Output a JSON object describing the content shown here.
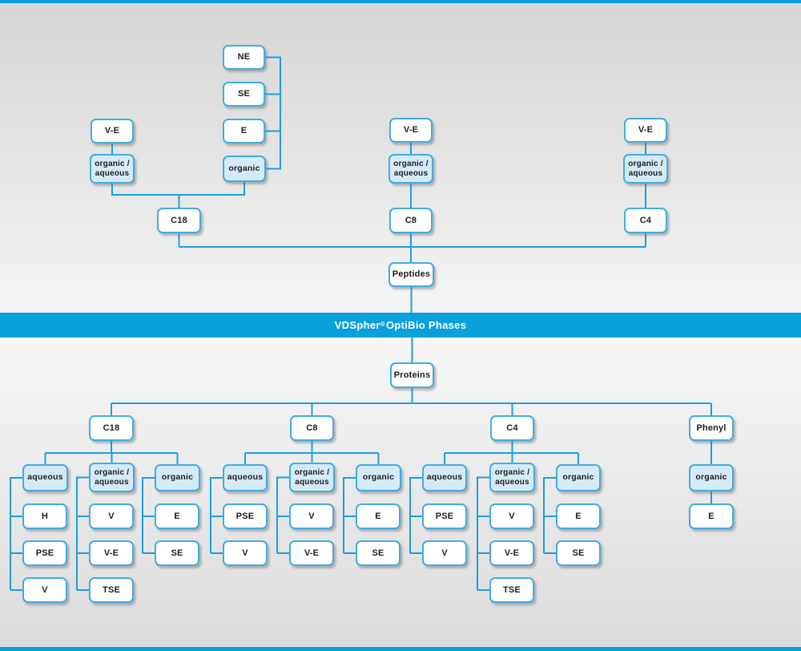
{
  "banner": {
    "brand": "VDSpher",
    "reg": "®",
    "rest": " OptiBio Phases"
  },
  "colors": {
    "accent": "#0aa0dc",
    "connector": "#1c9fdb",
    "box_border": "#41ace0",
    "highlight_fill": "#d5eaf8",
    "text": "#1d1d1b"
  },
  "nodes": {
    "ne": {
      "label": "NE",
      "variant": "plain"
    },
    "se": {
      "label": "SE",
      "variant": "plain"
    },
    "e_top": {
      "label": "E",
      "variant": "plain"
    },
    "organic_top": {
      "label": "organic",
      "variant": "highlight"
    },
    "ve_left": {
      "label": "V-E",
      "variant": "plain"
    },
    "orgaq_left": {
      "label": "organic /\naqueous",
      "variant": "highlight"
    },
    "c18_top": {
      "label": "C18",
      "variant": "plain"
    },
    "ve_mid": {
      "label": "V-E",
      "variant": "plain"
    },
    "orgaq_mid": {
      "label": "organic /\naqueous",
      "variant": "highlight"
    },
    "c8_top": {
      "label": "C8",
      "variant": "plain"
    },
    "ve_right": {
      "label": "V-E",
      "variant": "plain"
    },
    "orgaq_right": {
      "label": "organic /\naqueous",
      "variant": "highlight"
    },
    "c4_top": {
      "label": "C4",
      "variant": "plain"
    },
    "peptides": {
      "label": "Peptides",
      "variant": "plain"
    },
    "proteins": {
      "label": "Proteins",
      "variant": "plain"
    },
    "c18_b": {
      "label": "C18",
      "variant": "plain"
    },
    "c8_b": {
      "label": "C8",
      "variant": "plain"
    },
    "c4_b": {
      "label": "C4",
      "variant": "plain"
    },
    "phenyl": {
      "label": "Phenyl",
      "variant": "plain"
    },
    "c18_aq": {
      "label": "aqueous",
      "variant": "highlight"
    },
    "c18_oa": {
      "label": "organic /\naqueous",
      "variant": "highlight"
    },
    "c18_or": {
      "label": "organic",
      "variant": "highlight"
    },
    "c8_aq": {
      "label": "aqueous",
      "variant": "highlight"
    },
    "c8_oa": {
      "label": "organic /\naqueous",
      "variant": "highlight"
    },
    "c8_or": {
      "label": "organic",
      "variant": "highlight"
    },
    "c4_aq": {
      "label": "aqueous",
      "variant": "highlight"
    },
    "c4_oa": {
      "label": "organic /\naqueous",
      "variant": "highlight"
    },
    "c4_or": {
      "label": "organic",
      "variant": "highlight"
    },
    "ph_or": {
      "label": "organic",
      "variant": "highlight"
    },
    "c18_aq_h": {
      "label": "H",
      "variant": "plain"
    },
    "c18_aq_pse": {
      "label": "PSE",
      "variant": "plain"
    },
    "c18_aq_v": {
      "label": "V",
      "variant": "plain"
    },
    "c18_oa_v": {
      "label": "V",
      "variant": "plain"
    },
    "c18_oa_ve": {
      "label": "V-E",
      "variant": "plain"
    },
    "c18_oa_tse": {
      "label": "TSE",
      "variant": "plain"
    },
    "c18_or_e": {
      "label": "E",
      "variant": "plain"
    },
    "c18_or_se": {
      "label": "SE",
      "variant": "plain"
    },
    "c8_aq_pse": {
      "label": "PSE",
      "variant": "plain"
    },
    "c8_aq_v": {
      "label": "V",
      "variant": "plain"
    },
    "c8_oa_v": {
      "label": "V",
      "variant": "plain"
    },
    "c8_oa_ve": {
      "label": "V-E",
      "variant": "plain"
    },
    "c8_or_e": {
      "label": "E",
      "variant": "plain"
    },
    "c8_or_se": {
      "label": "SE",
      "variant": "plain"
    },
    "c4_aq_pse": {
      "label": "PSE",
      "variant": "plain"
    },
    "c4_aq_v": {
      "label": "V",
      "variant": "plain"
    },
    "c4_oa_v": {
      "label": "V",
      "variant": "plain"
    },
    "c4_oa_ve": {
      "label": "V-E",
      "variant": "plain"
    },
    "c4_oa_tse": {
      "label": "TSE",
      "variant": "plain"
    },
    "c4_or_e": {
      "label": "E",
      "variant": "plain"
    },
    "c4_or_se": {
      "label": "SE",
      "variant": "plain"
    },
    "ph_or_e": {
      "label": "E",
      "variant": "plain"
    }
  },
  "connections": [
    "ne - organic_top",
    "se - organic_top",
    "e_top - organic_top",
    "ve_left - orgaq_left",
    "orgaq_left - c18_top",
    "organic_top - c18_top",
    "ve_mid - orgaq_mid",
    "orgaq_mid - c8_top",
    "ve_right - orgaq_right",
    "orgaq_right - c4_top",
    "c18_top - peptides",
    "c8_top - peptides",
    "c4_top - peptides",
    "peptides - banner",
    "banner - proteins",
    "proteins - c18_b",
    "proteins - c8_b",
    "proteins - c4_b",
    "proteins - phenyl",
    "c18_b - c18_aq",
    "c18_b - c18_oa",
    "c18_b - c18_or",
    "c18_aq - c18_aq_h",
    "c18_aq - c18_aq_pse",
    "c18_aq - c18_aq_v",
    "c18_oa - c18_oa_v",
    "c18_oa - c18_oa_ve",
    "c18_oa - c18_oa_tse",
    "c18_or - c18_or_e",
    "c18_or - c18_or_se",
    "c8_b - c8_aq",
    "c8_b - c8_oa",
    "c8_b - c8_or",
    "c8_aq - c8_aq_pse",
    "c8_aq - c8_aq_v",
    "c8_oa - c8_oa_v",
    "c8_oa - c8_oa_ve",
    "c8_or - c8_or_e",
    "c8_or - c8_or_se",
    "c4_b - c4_aq",
    "c4_b - c4_oa",
    "c4_b - c4_or",
    "c4_aq - c4_aq_pse",
    "c4_aq - c4_aq_v",
    "c4_oa - c4_oa_v",
    "c4_oa - c4_oa_ve",
    "c4_oa - c4_oa_tse",
    "c4_or - c4_or_e",
    "c4_or - c4_or_se",
    "phenyl - ph_or",
    "ph_or - ph_or_e"
  ]
}
